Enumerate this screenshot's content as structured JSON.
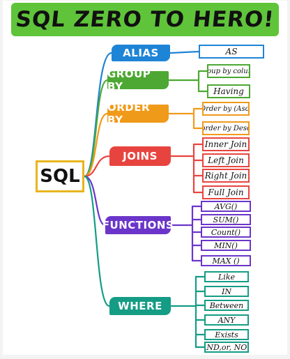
{
  "title": "SQL ZERO TO HERO!",
  "root": {
    "label": "SQL"
  },
  "colors": {
    "title_bg": "#5fc43a",
    "root_border": "#e9b41d",
    "alias": "#1e84d6",
    "group_by": "#4ca832",
    "order_by": "#f09a1a",
    "joins": "#e8443f",
    "functions": "#6b35c9",
    "where": "#149c85"
  },
  "categories": [
    {
      "key": "alias",
      "label": "ALIAS",
      "color": "#1e84d6",
      "items": [
        "AS"
      ]
    },
    {
      "key": "group_by",
      "label": "GROUP BY",
      "color": "#4ca832",
      "items": [
        "Group by column",
        "Having"
      ]
    },
    {
      "key": "order_by",
      "label": "ORDER BY",
      "color": "#f09a1a",
      "items": [
        "Order by (Asc)",
        "order by Desc"
      ]
    },
    {
      "key": "joins",
      "label": "JOINS",
      "color": "#e8443f",
      "items": [
        "Inner Join",
        "Left Join",
        "Right Join",
        "Full Join"
      ]
    },
    {
      "key": "functions",
      "label": "FUNCTIONS",
      "color": "#6b35c9",
      "items": [
        "AVG()",
        "SUM()",
        "Count()",
        "MIN()",
        "MAX ()"
      ]
    },
    {
      "key": "where",
      "label": "WHERE",
      "color": "#149c85",
      "items": [
        "Like",
        "IN",
        "Between",
        "ANY",
        "Exists",
        "AND,or, NOT"
      ]
    }
  ]
}
